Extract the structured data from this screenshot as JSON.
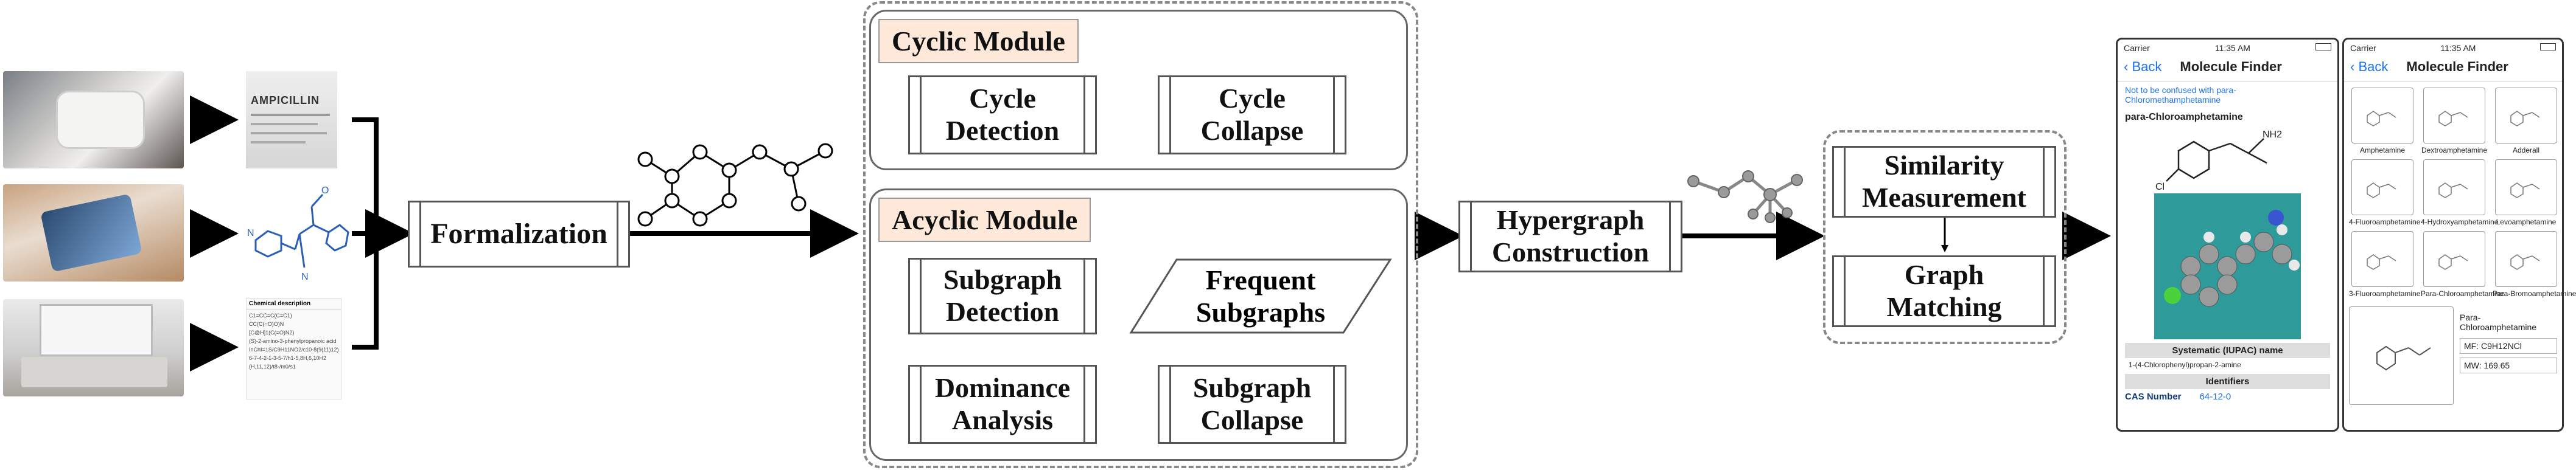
{
  "modules": {
    "cyclic": "Cyclic Module",
    "acyclic": "Acyclic Module"
  },
  "boxes": {
    "formalization": "Formalization",
    "cycle_detection": "Cycle\nDetection",
    "cycle_collapse": "Cycle\nCollapse",
    "subgraph_detection": "Subgraph\nDetection",
    "frequent_subgraphs": "Frequent\nSubgraphs",
    "dominance_analysis": "Dominance\nAnalysis",
    "subgraph_collapse": "Subgraph\nCollapse",
    "hypergraph_construction": "Hypergraph\nConstruction",
    "similarity_measurement": "Similarity\nMeasurement",
    "graph_matching": "Graph\nMatching"
  },
  "inputs": {
    "label_word": "AMPICILLIN",
    "desc_title": "Chemical description",
    "desc_lines": [
      "C1=CC=C(C=C1)",
      "CC(C(=O)O)N",
      "[C@H]1(C(=O)N2)",
      "(S)-2-amino-3-phenylpropanoic acid",
      "InChI=1S/C9H11NO2/c10-8(9(11)12)",
      "6-7-4-2-1-3-5-7/h1-5,8H,6,10H2",
      "(H,11,12)/t8-/m0/s1"
    ]
  },
  "phones": {
    "left": {
      "carrier": "Carrier",
      "time": "11:35 AM",
      "back": "Back",
      "title": "Molecule Finder",
      "intro": "Not to be confused with para-Chloromethamphetamine",
      "compound": "para-Chloroamphetamine",
      "nh2": "NH2",
      "cl": "Cl",
      "iupac_header": "Systematic (IUPAC) name",
      "iupac_value": "1-(4-Chlorophenyl)propan-2-amine",
      "identifiers": "Identifiers",
      "cas_label": "CAS Number",
      "cas_value": "64-12-0"
    },
    "right": {
      "carrier": "Carrier",
      "time": "11:35 AM",
      "back": "Back",
      "title": "Molecule Finder",
      "grid": [
        "Amphetamine",
        "Dextroamphetamine",
        "Adderall",
        "4-Fluoroamphetamine",
        "4-Hydroxyamphetamine",
        "Levoamphetamine",
        "3-Fluoroamphetamine",
        "Para-Chloroamphetamine",
        "Para-Bromoamphetamine"
      ],
      "detail_name": "Para-Chloroamphetamine",
      "mf": "MF: C9H12NCl",
      "mw": "MW: 169.65"
    }
  },
  "colors": {
    "module_fill": "#fde8d9",
    "border": "#555555",
    "structure_blue": "#2b5fb5",
    "molecule_bg": "#2e9a9a",
    "link_blue": "#1a73e8"
  }
}
